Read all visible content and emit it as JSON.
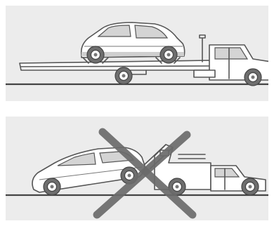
{
  "figure": {
    "panels": [
      {
        "id": "correct",
        "depicts": "flatbed-tow-truck-carrying-car"
      },
      {
        "id": "incorrect",
        "depicts": "wheel-lift-tow-truck-pulling-car",
        "marked": "x-mark"
      }
    ]
  },
  "icons": {
    "x_mark": "x-mark-icon"
  },
  "colors": {
    "panel_background": "#ececec",
    "outline": "#555555",
    "tire": "#6e6e6e",
    "x_mark": "#6b6b6b"
  }
}
